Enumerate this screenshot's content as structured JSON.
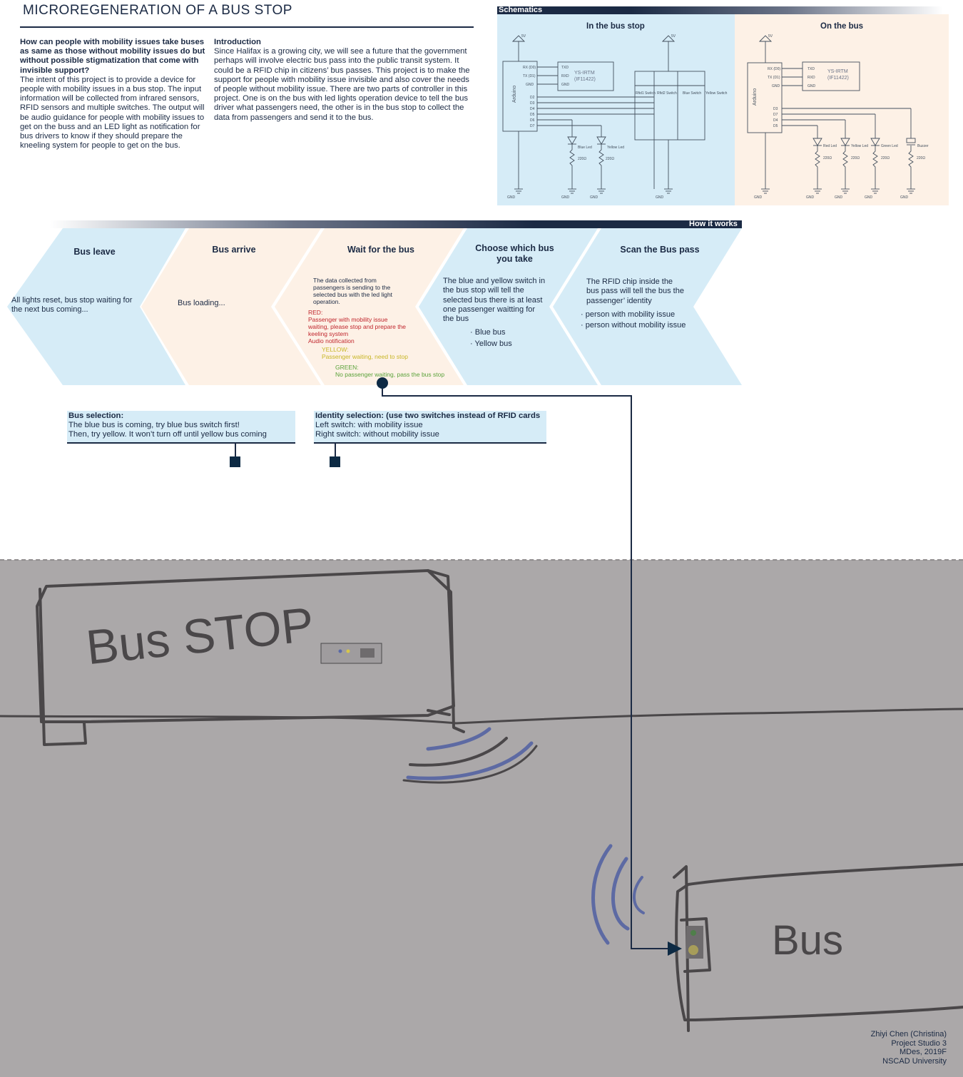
{
  "title": "MICROREGENERATION OF A BUS STOP",
  "question": {
    "heading": "How can people with mobility issues take buses as same as those without mobility issues do but without possible stigmatization that come with invisible support?",
    "body": "The intent of this project is to provide a device for people with mobility issues in a bus stop. The input information will be collected from infrared sensors, RFID sensors and multiple switches. The output will be audio guidance for people with mobility issues to get on the buss and an LED light as notification for bus drivers to know if they should prepare the kneeling system for people to get on the bus."
  },
  "introduction": {
    "heading": "Introduction",
    "body": "Since Halifax is a growing city, we will see a future that the government perhaps will involve electric bus pass into the public transit system. It could be a RFID chip in citizens’ bus passes. This project is to make the support for people with mobility issue invisible and also cover the needs of people without mobility issue. There are two parts of controller in this project. One is on the bus with led lights operation device to tell the bus driver what passengers need, the other is in the bus stop to collect the data from passengers and send it to the bus."
  },
  "schematics": {
    "label": "Schematics",
    "bus_stop": {
      "title": "In the bus stop",
      "arduino": "Arduino",
      "vcc": "5V",
      "gnd": "GND",
      "module_line1": "YS-IRTM",
      "module_line2": "(IF11422)",
      "pins_left": [
        "RX (D0)",
        "TX (D1)",
        "GND"
      ],
      "pins_right": [
        "TXD",
        "RXD",
        "GND"
      ],
      "digital_pins": [
        "D2",
        "D3",
        "D4",
        "D5",
        "D6",
        "D7"
      ],
      "switches": [
        "Rfid1 Switch",
        "Rfid2 Switch",
        "Blue Switch",
        "Yellow Switch"
      ],
      "leds": [
        "Blue Led",
        "Yellow Led"
      ],
      "resistor": "220Ω"
    },
    "on_bus": {
      "title": "On the bus",
      "arduino": "Arduino",
      "vcc": "5V",
      "gnd": "GND",
      "module_line1": "YS-IRTM",
      "module_line2": "(IF11422)",
      "pins_left": [
        "RX (D0)",
        "TX (D1)",
        "GND"
      ],
      "pins_right": [
        "TXD",
        "RXD",
        "GND"
      ],
      "digital_pins": [
        "D3",
        "D7",
        "D4",
        "D5"
      ],
      "leds": [
        "Red Led",
        "Yellow Led",
        "Green Led"
      ],
      "buzzer": "Buzzer",
      "resistor": "220Ω"
    }
  },
  "how_it_works": {
    "label": "How it works",
    "steps": [
      {
        "title": "Bus leave",
        "text": "All lights reset, bus stop waiting for the next bus coming..."
      },
      {
        "title": "Bus arrive",
        "text": "Bus loading..."
      },
      {
        "title": "Wait for the bus",
        "text": "The data collected from passengers is sending to the selected bus with the led light operation.",
        "red_label": "RED:",
        "red_text": "Passenger with mobility issue waiting, please stop and prepare the keeling system",
        "red_audio": "Audio notification",
        "yellow_label": "YELLOW:",
        "yellow_text": "Passenger waiting, need to stop",
        "green_label": "GREEN:",
        "green_text": "No passenger waiting, pass the bus stop"
      },
      {
        "title": "Choose which bus you take",
        "text": "The blue and yellow switch in the bus stop will tell the selected bus there is at least one passenger waitting for the bus",
        "options": [
          "Blue bus",
          "Yellow bus"
        ]
      },
      {
        "title": "Scan the Bus pass",
        "text": "The RFID chip inside the bus pass will tell the bus the passenger’ identity",
        "options": [
          "person with mobility issue",
          "person without mobility issue"
        ]
      }
    ]
  },
  "bus_selection": {
    "heading": "Bus selection:",
    "line1": "The blue bus is coming, try blue bus switch first!",
    "line2": "Then, try yellow.  It won’t turn off until yellow bus coming"
  },
  "identity_selection": {
    "heading": "Identity selection: (use two switches instead of RFID cards",
    "line1": "Left switch: with mobility issue",
    "line2": "Right switch: without mobility issue"
  },
  "sketch": {
    "bus_stop_label": "Bus STOP",
    "bus_label": "Bus"
  },
  "credits": {
    "name": "Zhiyi Chen (Christina)",
    "course": "Project Studio 3",
    "program": "MDes, 2019F",
    "school": "NSCAD University"
  },
  "colors": {
    "navy": "#1b2a44",
    "light_blue": "#d6ecf7",
    "light_peach": "#fdf1e6",
    "ground": "#aba8a9",
    "red": "#c0262d",
    "yellow": "#c8b626",
    "green": "#5aa23a"
  }
}
